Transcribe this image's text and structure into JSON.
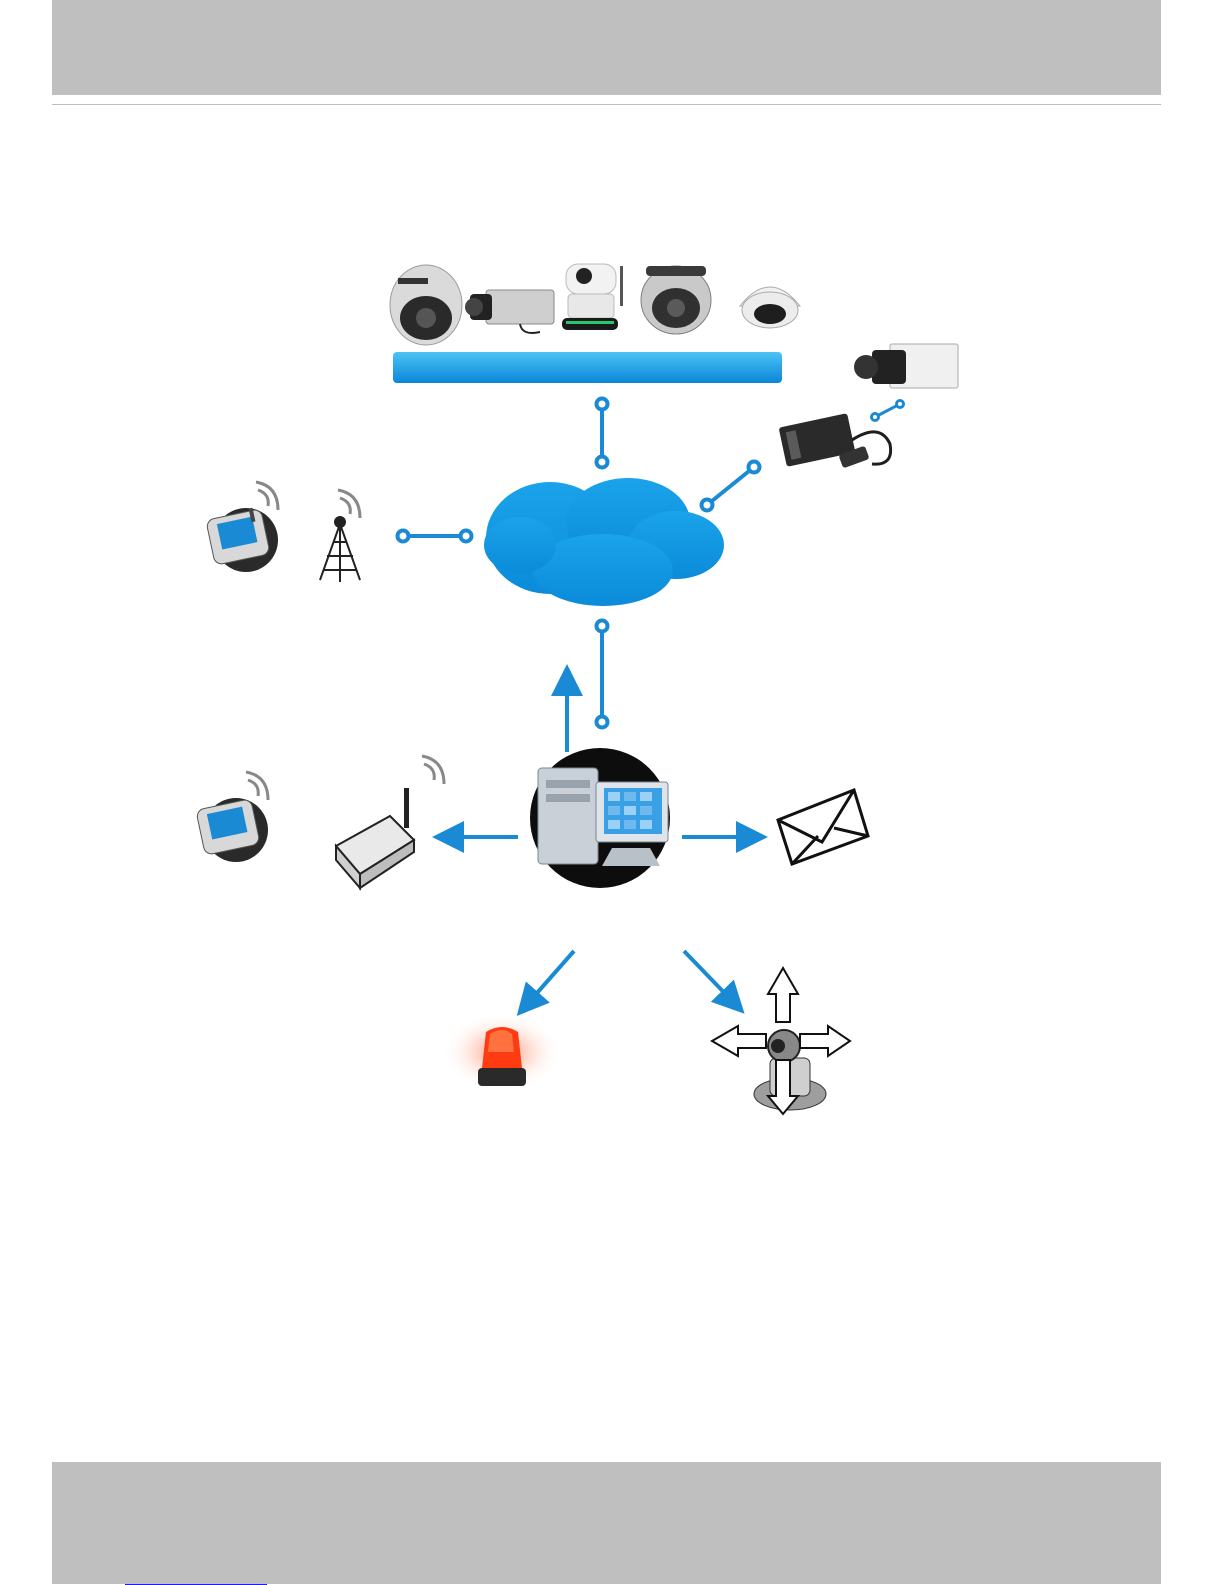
{
  "page": {
    "band_color": "#bfbfbf",
    "link_color": "#1a1aff",
    "accent_color": "#1a8ad4"
  },
  "diagram": {
    "nodes": [
      {
        "id": "camera-group",
        "icon": "network-cameras"
      },
      {
        "id": "camera-bar",
        "icon": "camera-connection-bar"
      },
      {
        "id": "box-camera",
        "icon": "box-camera"
      },
      {
        "id": "video-encoder",
        "icon": "video-encoder"
      },
      {
        "id": "internet",
        "icon": "cloud"
      },
      {
        "id": "mobile-top",
        "icon": "pda-device"
      },
      {
        "id": "cell-tower",
        "icon": "cell-tower"
      },
      {
        "id": "vms-server",
        "icon": "computer-monitor"
      },
      {
        "id": "mobile-bottom",
        "icon": "pda-device"
      },
      {
        "id": "gsm-modem",
        "icon": "wireless-modem"
      },
      {
        "id": "email",
        "icon": "envelope"
      },
      {
        "id": "alarm",
        "icon": "siren-light"
      },
      {
        "id": "ptz-camera",
        "icon": "ptz-camera"
      }
    ]
  }
}
